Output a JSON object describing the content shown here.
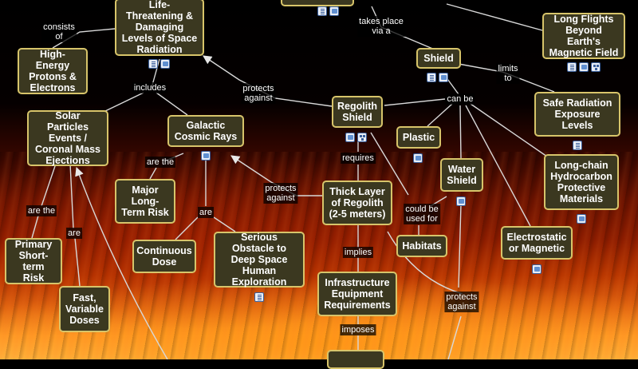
{
  "nodes": {
    "life_threatening": "Life-Threatening & Damaging Levels of Space Radiation",
    "long_flights": "Long Flights Beyond Earth's Magnetic Field",
    "high_energy": "High-Energy Protons & Electrons",
    "shield": "Shield",
    "solar_particles": "Solar Particles Events / Coronal Mass Ejections",
    "galactic": "Galactic Cosmic Rays",
    "regolith_shield": "Regolith Shield",
    "safe_levels": "Safe Radiation Exposure Levels",
    "plastic": "Plastic",
    "water_shield": "Water Shield",
    "long_chain": "Long-chain Hydrocarbon Protective Materials",
    "major_risk": "Major Long-Term Risk",
    "thick_layer": "Thick Layer of Regolith (2-5 meters)",
    "continuous": "Continuous Dose",
    "serious": "Serious Obstacle to Deep Space Human Exploration",
    "habitats": "Habitats",
    "electrostatic": "Electrostatic or Magnetic",
    "primary": "Primary Short-term Risk",
    "infrastructure": "Infrastructure Equipment Requirements",
    "fast": "Fast, Variable Doses"
  },
  "labels": {
    "consists_of": "consists\nof",
    "takes_place": "takes place\nvia a",
    "limits_to": "limits\nto",
    "includes": "includes",
    "protects_against_1": "protects\nagainst",
    "can_be": "can be",
    "are_the_1": "are the",
    "requires": "requires",
    "protects_against_2": "protects\nagainst",
    "are": "are",
    "could_be_used_for": "could be\nused for",
    "are_the_2": "are the",
    "are_2": "are",
    "implies": "implies",
    "protects_against_3": "protects\nagainst",
    "imposes": "imposes"
  },
  "icons": {
    "doc": "document-icon",
    "img": "image-icon",
    "map": "concept-map-icon"
  }
}
